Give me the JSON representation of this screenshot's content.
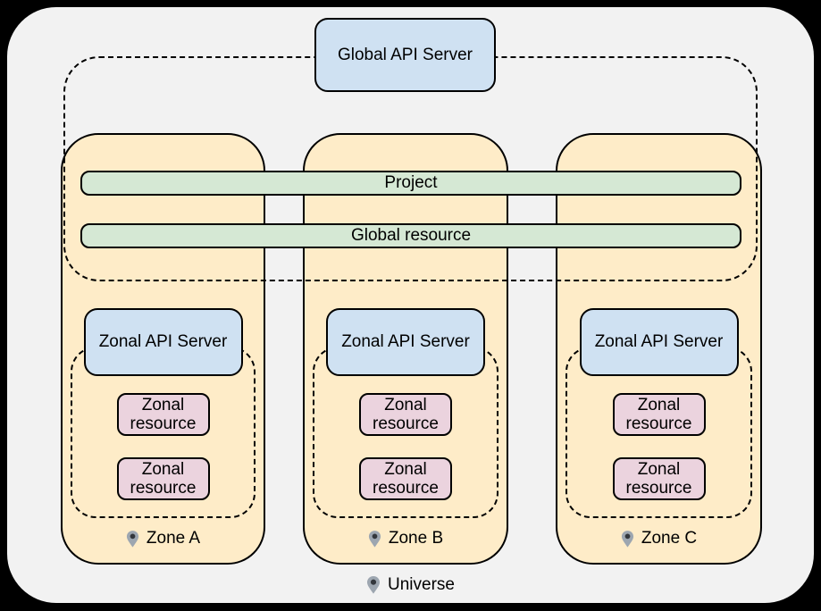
{
  "diagram": {
    "title_node": "Global API Server",
    "project_bar": "Project",
    "global_resource_bar": "Global resource",
    "zones": [
      {
        "name": "Zone A",
        "api_server": "Zonal API Server",
        "resources": [
          "Zonal resource",
          "Zonal resource"
        ]
      },
      {
        "name": "Zone B",
        "api_server": "Zonal API Server",
        "resources": [
          "Zonal resource",
          "Zonal resource"
        ]
      },
      {
        "name": "Zone C",
        "api_server": "Zonal API Server",
        "resources": [
          "Zonal resource",
          "Zonal resource"
        ]
      }
    ],
    "universe_label": "Universe"
  },
  "colors": {
    "page_background": "#000000",
    "universe_fill": "#f2f2f2",
    "zone_fill": "#feecc8",
    "api_server_fill": "#cfe1f2",
    "bar_fill": "#d5e8d4",
    "resource_fill": "#ebd3de",
    "outline": "#000000",
    "pin_body": "#9da6b0",
    "pin_dot": "#33373c"
  }
}
